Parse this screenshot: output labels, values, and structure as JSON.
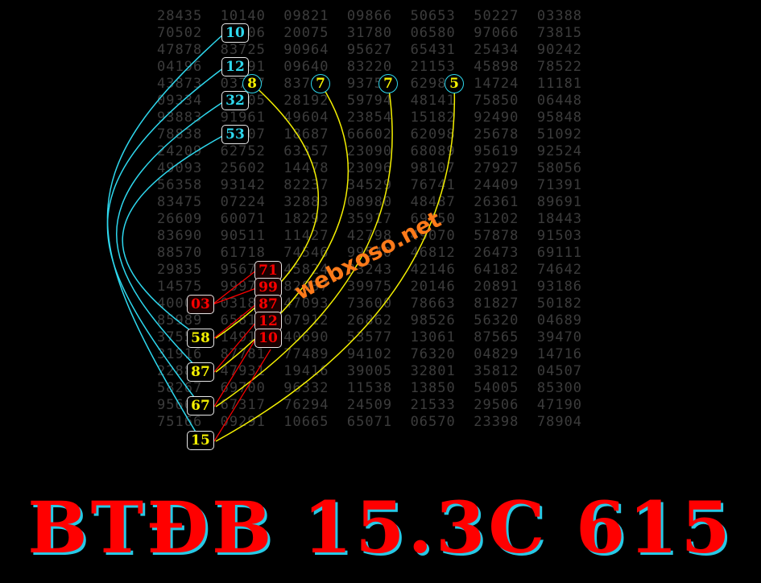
{
  "grid_rows": [
    "28435  10140  09821  09866  50653  50227  03388",
    "70502  06506  20075  31780  06580  97066  73815",
    "47878  83725  90964  95627  65431  25434  90242",
    "04196  15591  09640  83220  21153  45898  78522",
    "43873  03727  83725  93759  62986  14724  11181",
    "09334  82305  28192  59794  48141  75850  06448",
    "93883  91961  49604  23854  15182  92490  95848",
    "78838  85307  18687  66602  62098  25678  51092",
    "24209  62752  63357  23090  68089  95619  92524",
    "49093  25602  14478  23096  98107  27927  58056",
    "56358  93142  82237  34529  76741  24409  71391",
    "83475  07224  32883  08980  48487  26361  89691",
    "26609  60071  18292  35917  69450  31202  18443",
    "83690  90511  11427  42798  49070  57878  91503",
    "88570  61718  74546  99540  46812  26473  69111",
    "29835  95671  45824  03243  42146  64182  74642",
    "14575  99978  82037  39975  20146  20891  93186",
    "40003  03187  47093  73600  78663  81827  50182",
    "85989  65812  07912  26862  98526  56320  04689",
    "37558  14910  40690  53577  13061  87565  39470",
    "31916  87781  77489  94102  76320  04829  14716",
    "22887  47931  19416  39005  32801  35812  04507",
    "58267  69700  96332  11538  13850  54005  85300",
    "95667  67317  76294  24509  21533  29506  47190",
    "75166  09291  10665  65071  06570  23398  78904"
  ],
  "badges": {
    "top_cyan": [
      "10",
      "12",
      "32",
      "53"
    ],
    "top_yellow": [
      "8",
      "7",
      "7",
      "5"
    ],
    "red": [
      "71",
      "99",
      "87",
      "12",
      "10",
      "03"
    ],
    "bottom": [
      "58",
      "87",
      "67",
      "15"
    ]
  },
  "watermark": "webxoso.net",
  "headline": "BTĐB 15.3C 615",
  "colors": {
    "cyan": "#2ed8ee",
    "yellow": "#f4f000",
    "red": "#ff0000",
    "orange": "#ff7a1a"
  }
}
